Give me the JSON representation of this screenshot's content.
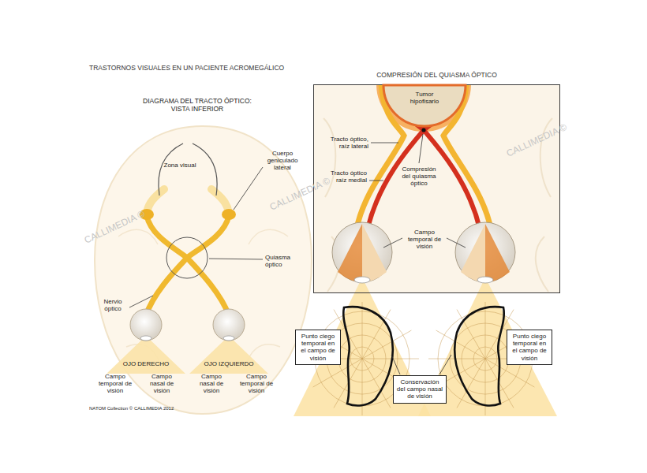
{
  "diagram": {
    "title": "TRASTORNOS VISUALES EN UN PACIENTE ACROMEGÁLICO",
    "nodes": [
      {
        "text": [
          "COMPRESIÓN DEL QUIASMA ÓPTICO"
        ]
      },
      {
        "text": [
          "Tumor hipofisario"
        ],
        "in": 0
      },
      {
        "text": [
          "Punto ciego temporal en el campo de visión"
        ]
      },
      {
        "text": [
          "Punto ciego temporal en el campo de visión"
        ]
      },
      {
        "text": [
          "Conservación del campo nasal de visión"
        ]
      }
    ],
    "labels": [
      "DIAGRAMA DEL TRACTO ÓPTICO: VISTA INFERIOR",
      "Zona visual",
      "Cuerpo geniculado lateral",
      "Quiasma óptico",
      "Nervio óptico",
      "OJO DERECHO",
      "OJO IZQUIERDO",
      "Campo temporal de visión",
      "Campo nasal de visión",
      "Campo nasal de visión",
      "Campo temporal de visión",
      "Tracto óptico, raíz lateral",
      "Tracto óptico raíz medial",
      "Compresión del quiasma óptico",
      "Campo temporal de visión",
      "NATOM Collection © CALLIMEDIA 2012",
      "CALLIMEDIA ©",
      "CALLIMEDIA ©",
      "CALLIMEDIA ©"
    ]
  }
}
